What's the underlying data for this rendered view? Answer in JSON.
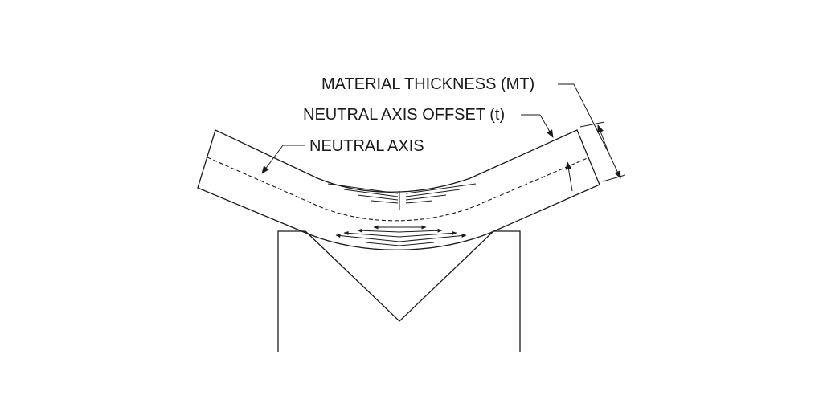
{
  "labels": {
    "material_thickness": "MATERIAL THICKNESS (MT)",
    "neutral_axis_offset": "NEUTRAL AXIS OFFSET (t)",
    "neutral_axis": "NEUTRAL AXIS"
  },
  "colors": {
    "line": "#1a1a1a",
    "background": "#ffffff"
  }
}
